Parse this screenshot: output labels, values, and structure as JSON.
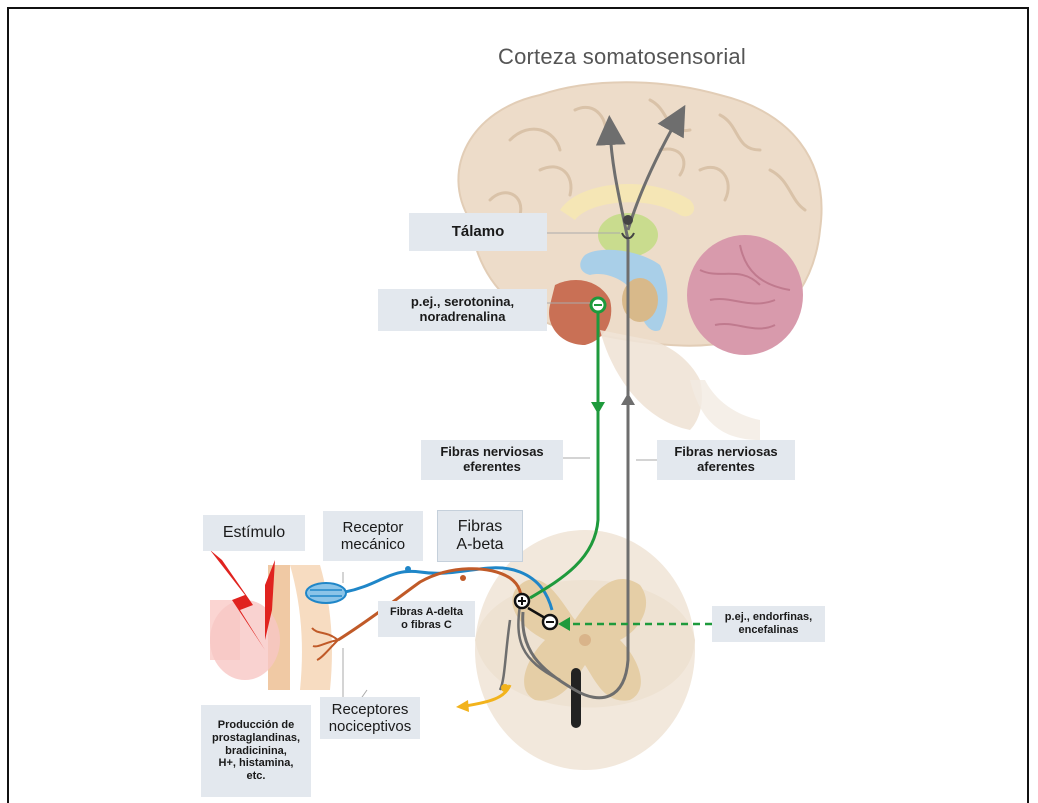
{
  "diagram": {
    "title": "Corteza somatosensorial",
    "labels": {
      "talamo": "Tálamo",
      "serotonina": "p.ej., serotonina,\nnoradrenalina",
      "eferentes": "Fibras nerviosas\neferentes",
      "aferentes": "Fibras nerviosas\naferentes",
      "estimulo": "Estímulo",
      "receptor_mecanico": "Receptor\nmecánico",
      "fibras_abeta": "Fibras\nA-beta",
      "fibras_adelta": "Fibras A-delta\no fibras C",
      "endorfinas": "p.ej., endorfinas,\nencefalinas",
      "receptores_nociceptivos": "Receptores\nnociceptivos",
      "produccion": "Producción de\nprostaglandinas,\nbradicinina,\nH+, histamina,\netc."
    },
    "colors": {
      "efferent_green": "#1e9a3c",
      "afferent_gray": "#6e6e6e",
      "abeta_blue": "#1f86c8",
      "adelta_orange": "#c05a28",
      "stimulus_red": "#e0231f",
      "motor_yellow": "#f2b31c",
      "label_bg": "#e3e8ee"
    }
  }
}
